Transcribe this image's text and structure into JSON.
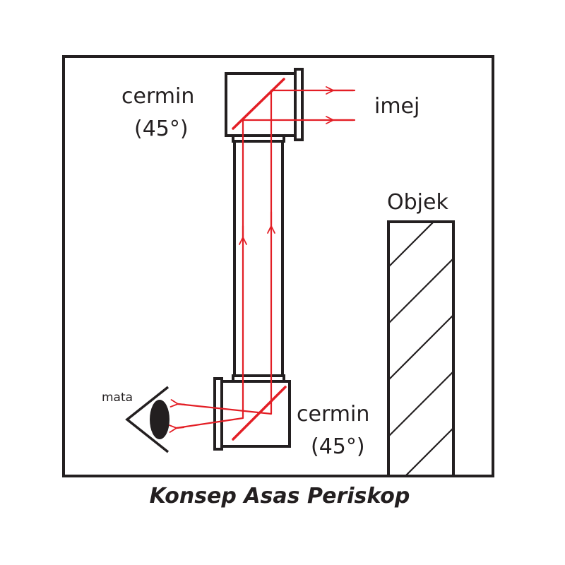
{
  "diagram": {
    "labels": {
      "top_mirror": "cermin",
      "top_mirror_angle": "(45°)",
      "image": "imej",
      "object": "Objek",
      "eye": "mata",
      "bottom_mirror": "cermin",
      "bottom_mirror_angle": "(45°)"
    },
    "caption": "Konsep Asas Periskop",
    "colors": {
      "outline": "#231f20",
      "ray": "#e31e25",
      "background": "#ffffff"
    },
    "mirror_angle_deg": 45,
    "icons": [
      "eye-icon",
      "arrow-icon"
    ]
  }
}
